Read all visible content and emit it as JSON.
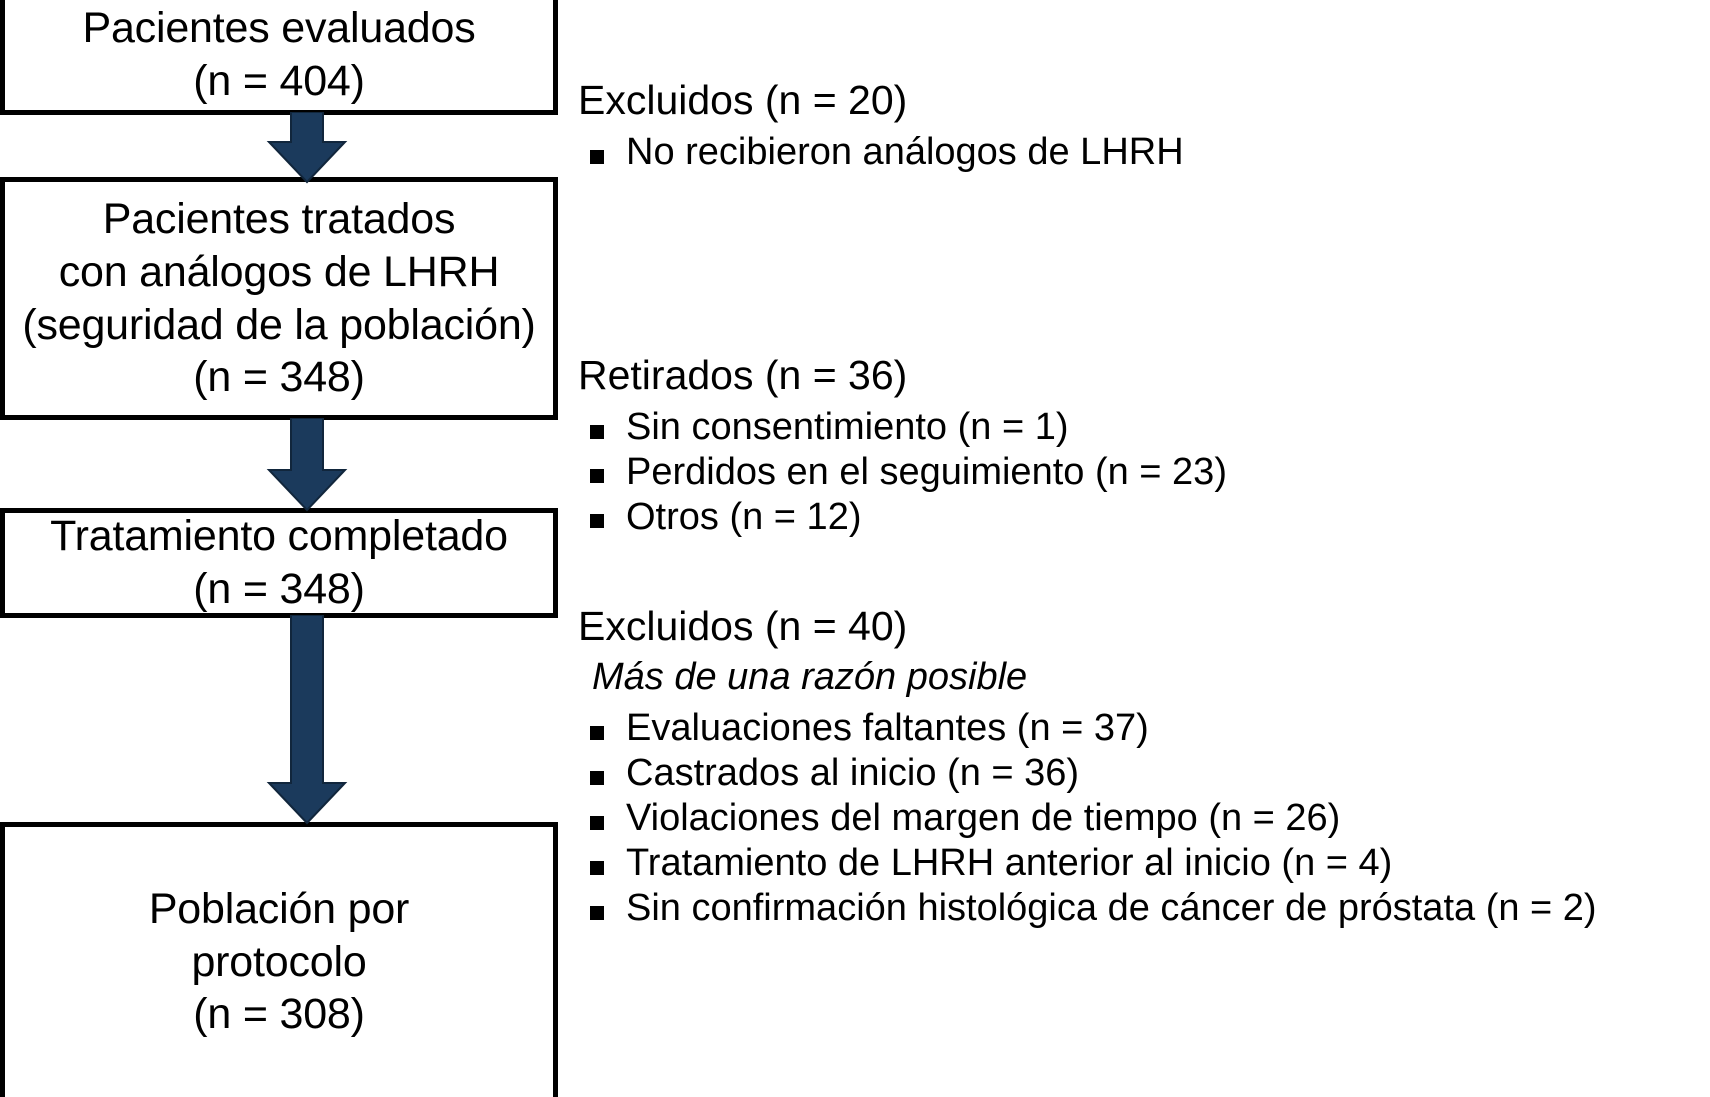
{
  "diagram": {
    "type": "consort-flow-diagram",
    "language": "es",
    "colors": {
      "arrow": "#1b3a5c",
      "box_border": "#000000",
      "text": "#000000",
      "background": "#ffffff"
    },
    "boxes": [
      {
        "id": "assessed",
        "lines": [
          "Pacientes evaluados",
          "(n = 404)"
        ],
        "n": 404
      },
      {
        "id": "treated",
        "lines": [
          "Pacientes tratados",
          "con análogos de LHRH",
          "(seguridad de la población)",
          "(n = 348)"
        ],
        "n": 348
      },
      {
        "id": "completed",
        "lines": [
          "Tratamiento completado",
          "(n = 348)"
        ],
        "n": 348
      },
      {
        "id": "protocol",
        "lines": [
          "Población por",
          "protocolo",
          "(n = 308)"
        ],
        "n": 308
      }
    ],
    "arrows": [
      {
        "id": "arrow-assessed-to-treated",
        "direction": "down"
      },
      {
        "id": "arrow-treated-to-completed",
        "direction": "down"
      },
      {
        "id": "arrow-completed-to-protocol",
        "direction": "down"
      }
    ],
    "notes": [
      {
        "id": "excluded-20",
        "title": "Excluidos (n = 20)",
        "n": 20,
        "subtitle": null,
        "items": [
          {
            "label": "No recibieron análogos de LHRH",
            "n": null
          }
        ]
      },
      {
        "id": "withdrawn-36",
        "title": "Retirados (n = 36)",
        "n": 36,
        "subtitle": null,
        "items": [
          {
            "label": "Sin consentimiento (n = 1)",
            "n": 1
          },
          {
            "label": "Perdidos en el seguimiento (n = 23)",
            "n": 23
          },
          {
            "label": "Otros (n = 12)",
            "n": 12
          }
        ]
      },
      {
        "id": "excluded-40",
        "title": "Excluidos (n = 40)",
        "n": 40,
        "subtitle": "Más de una razón posible",
        "items": [
          {
            "label": "Evaluaciones faltantes (n = 37)",
            "n": 37
          },
          {
            "label": "Castrados al inicio (n = 36)",
            "n": 36
          },
          {
            "label": "Violaciones del margen de tiempo (n = 26)",
            "n": 26
          },
          {
            "label": "Tratamiento de LHRH anterior al inicio (n = 4)",
            "n": 4
          },
          {
            "label": "Sin confirmación histológica de cáncer de próstata (n = 2)",
            "n": 2
          }
        ]
      }
    ]
  }
}
